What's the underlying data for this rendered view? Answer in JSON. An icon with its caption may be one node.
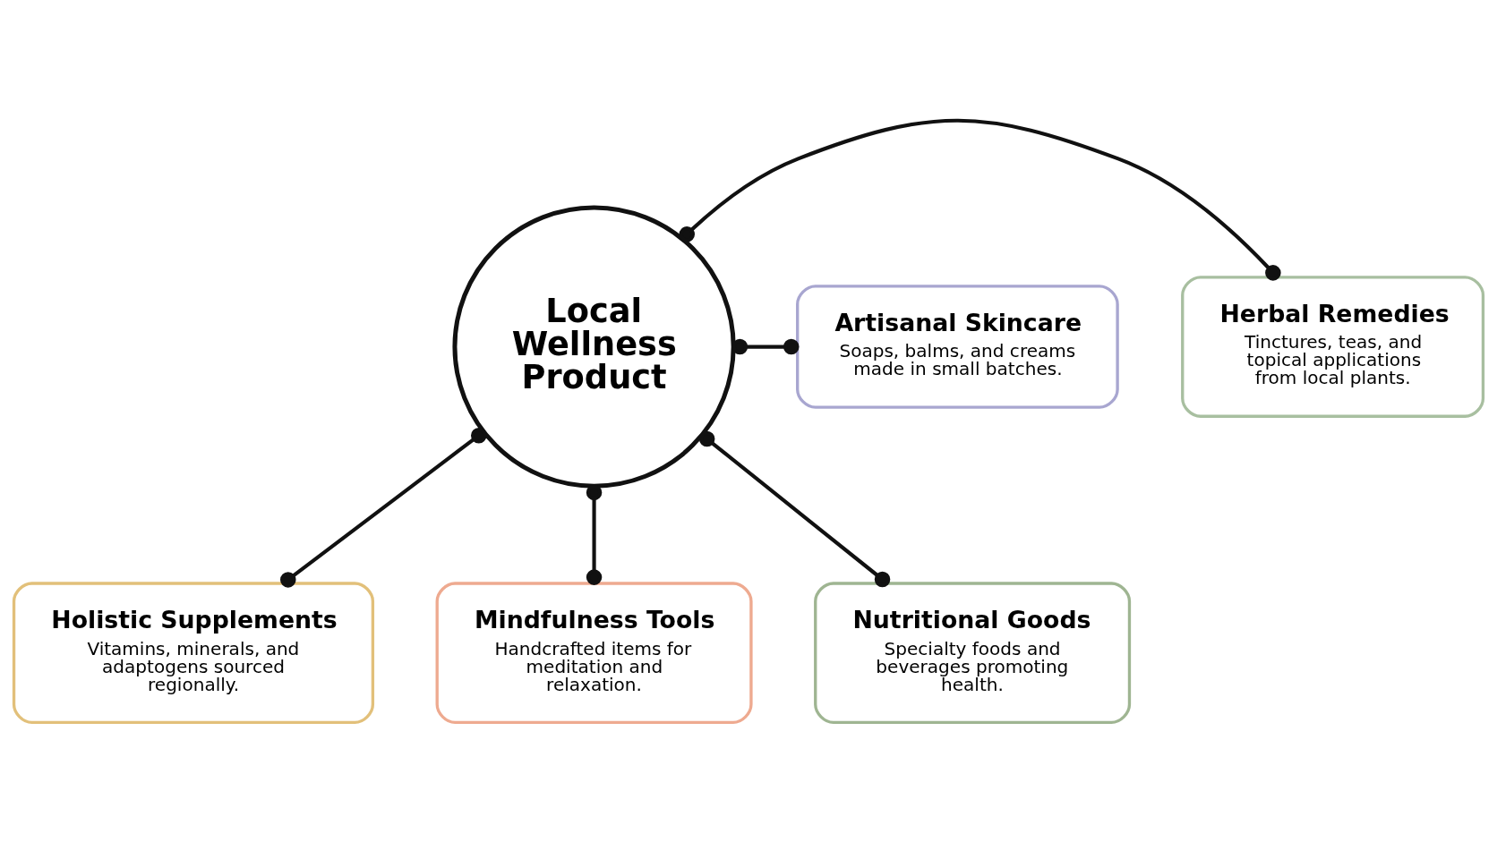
{
  "diagram": {
    "nodes": [
      {
        "text": [
          "Local Wellness Product"
        ]
      },
      {
        "text": [
          "Herbal Remedies",
          "Tinctures, teas, and topical applications from local plants."
        ]
      },
      {
        "text": [
          "Artisanal Skincare",
          "Soaps, balms, and creams made in small batches."
        ]
      },
      {
        "text": [
          "Holistic Supplements",
          "Vitamins, minerals, and adaptogens sourced regionally."
        ]
      },
      {
        "text": [
          "Mindfulness Tools",
          "Handcrafted items for meditation and relaxation."
        ]
      },
      {
        "text": [
          "Nutritional Goods",
          "Specialty foods and beverages promoting health."
        ]
      }
    ],
    "edges": [
      {
        "from": 0,
        "to": 1,
        "arrow": "other"
      },
      {
        "from": 0,
        "to": 2,
        "arrow": "other"
      },
      {
        "from": 0,
        "to": 3,
        "arrow": "other"
      },
      {
        "from": 0,
        "to": 4,
        "arrow": "other"
      },
      {
        "from": 0,
        "to": 5,
        "arrow": "other"
      }
    ]
  }
}
